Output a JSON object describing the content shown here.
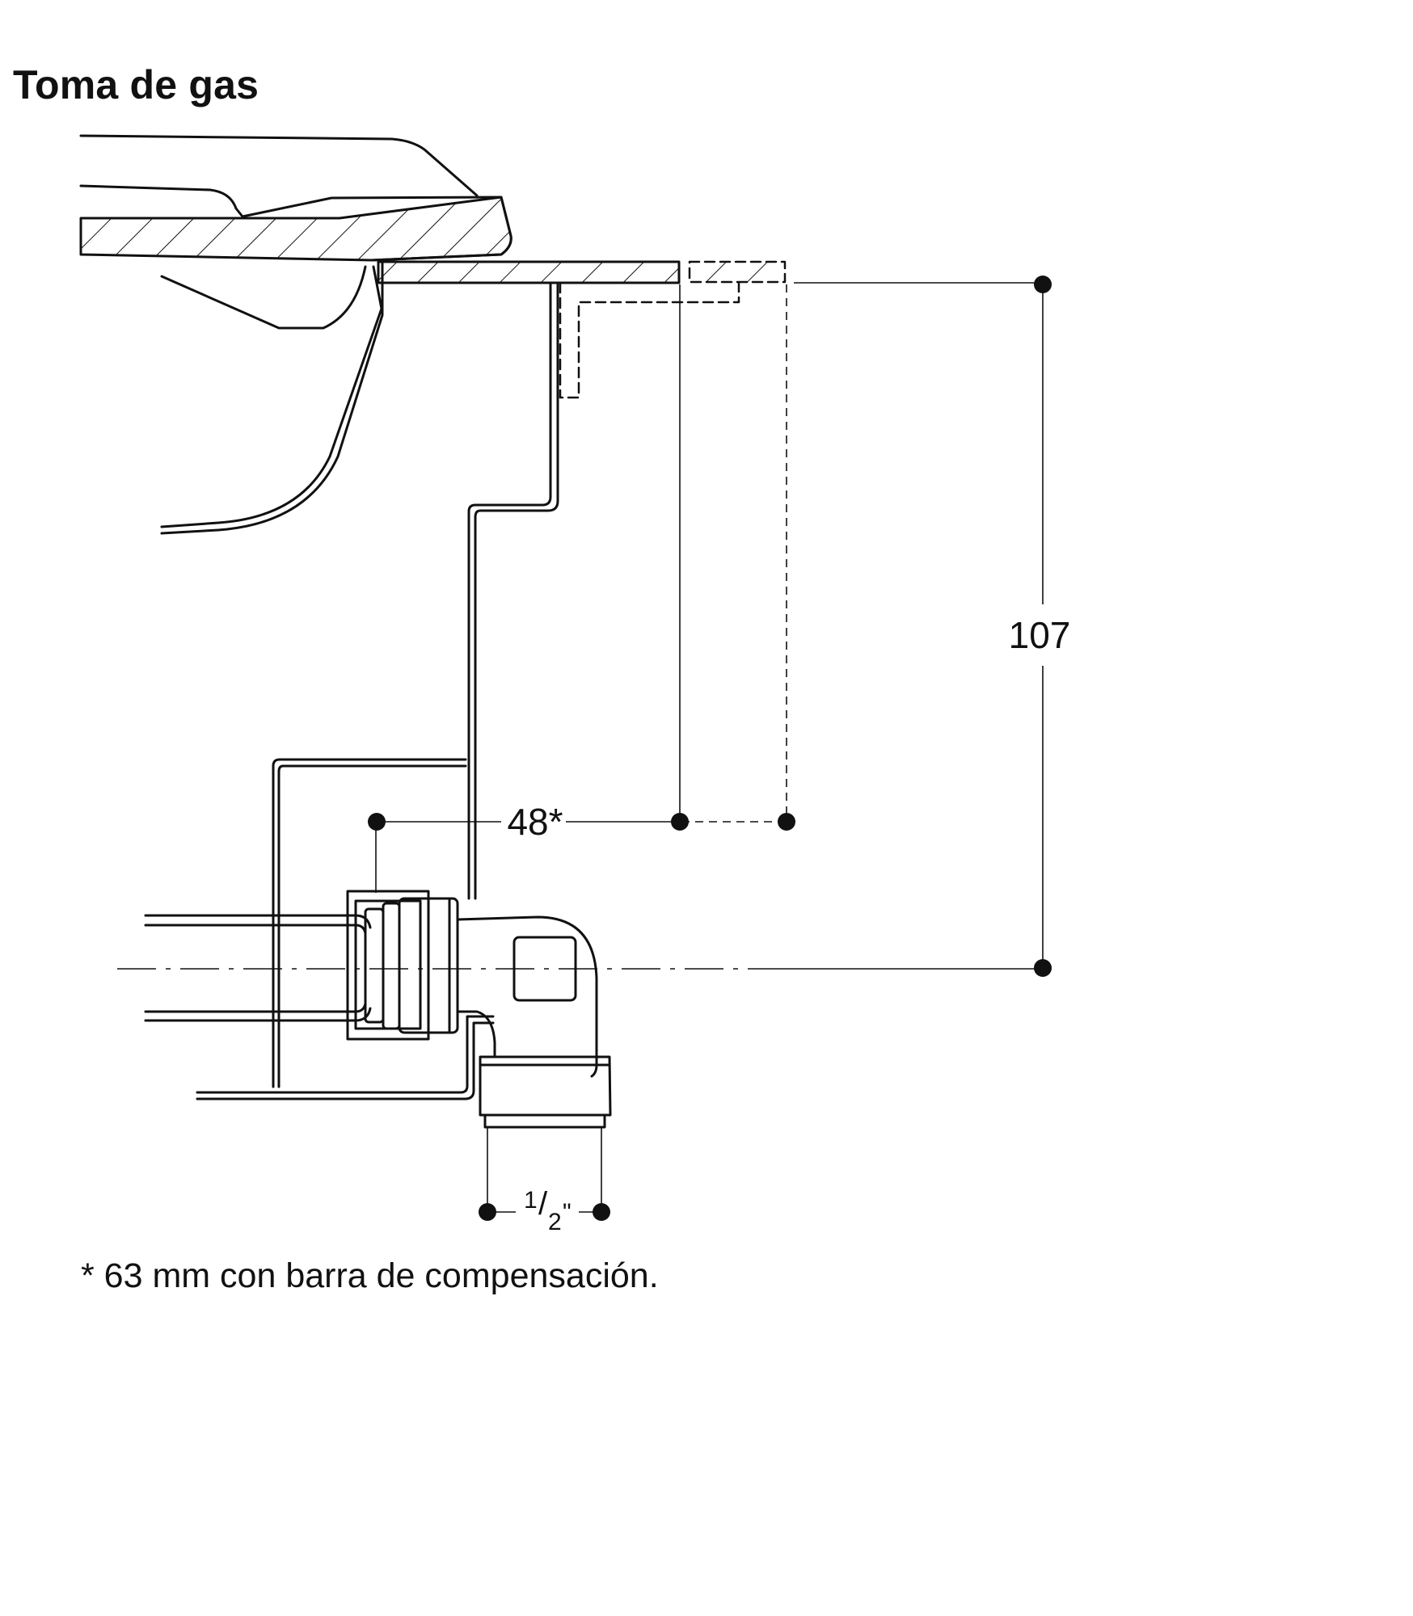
{
  "title": "Toma de gas",
  "dimensions": {
    "height": "107",
    "horizontal": "48*",
    "thread_numerator": "1",
    "thread_denominator": "2",
    "thread_unit": "\""
  },
  "footnote": "* 63 mm con barra de compensación."
}
